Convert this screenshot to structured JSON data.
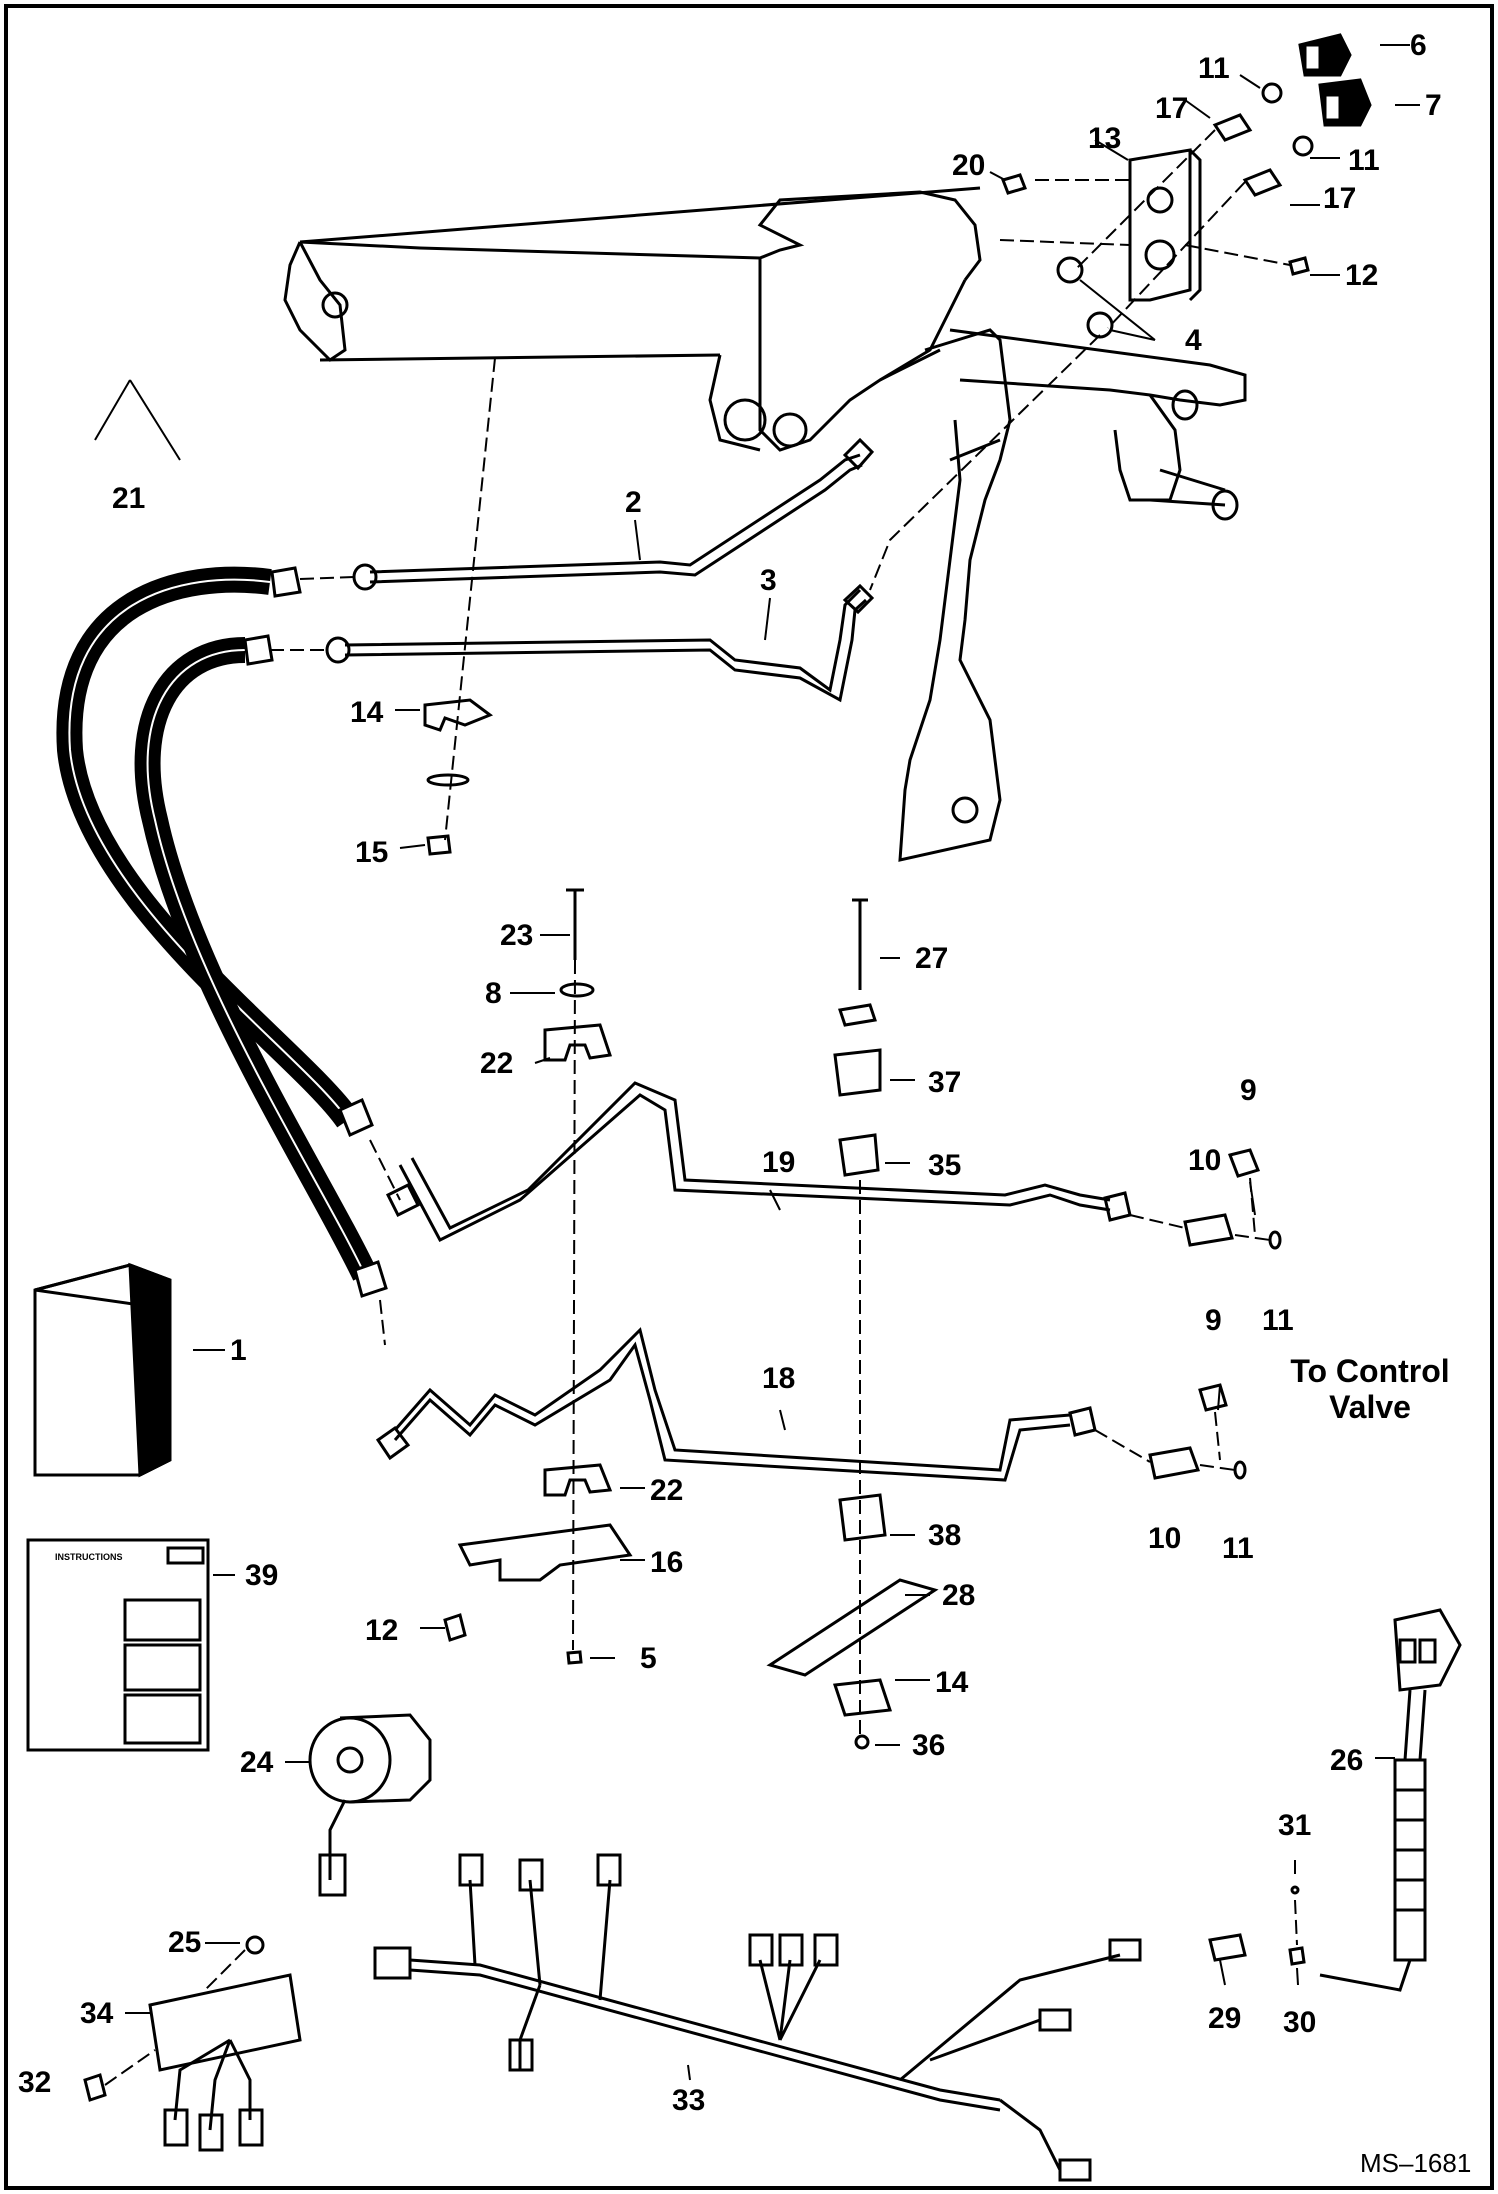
{
  "diagram": {
    "drawing_code": "MS–1681",
    "note_line1": "To Control",
    "note_line2": "Valve",
    "instruction_sheet_title": "INSTRUCTIONS",
    "callouts": {
      "c1": "1",
      "c2": "2",
      "c3": "3",
      "c4": "4",
      "c5": "5",
      "c6": "6",
      "c7": "7",
      "c8": "8",
      "c9a": "9",
      "c9b": "9",
      "c10a": "10",
      "c10b": "10",
      "c11a": "11",
      "c11b": "11",
      "c11c": "11",
      "c11d": "11",
      "c12a": "12",
      "c12b": "12",
      "c13": "13",
      "c14a": "14",
      "c14b": "14",
      "c15": "15",
      "c16": "16",
      "c17a": "17",
      "c17b": "17",
      "c18": "18",
      "c19": "19",
      "c20": "20",
      "c21": "21",
      "c22a": "22",
      "c22b": "22",
      "c23": "23",
      "c24": "24",
      "c25": "25",
      "c26": "26",
      "c27": "27",
      "c28": "28",
      "c29": "29",
      "c30": "30",
      "c31": "31",
      "c32": "32",
      "c33": "33",
      "c34": "34",
      "c35": "35",
      "c36": "36",
      "c37": "37",
      "c38": "38",
      "c39": "39"
    }
  }
}
